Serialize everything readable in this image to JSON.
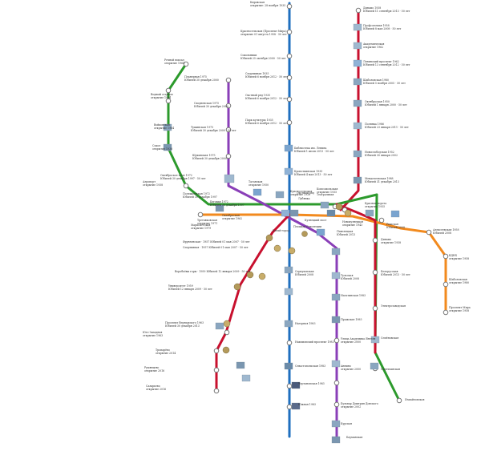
{
  "lines": {
    "blue": {
      "color": "#1f6fbf"
    },
    "red_north": {
      "color": "#c8102e"
    },
    "red_south": {
      "color": "#c8102e"
    },
    "green": {
      "color": "#2c9a2c"
    },
    "purple": {
      "color": "#8a3fb8"
    },
    "orange": {
      "color": "#f28a1e"
    },
    "green_ext": {
      "color": "#2c9a2c"
    }
  },
  "labels": {
    "blue_1": "Кировская\nоткрытие: 28 ноября 1935",
    "blue_2": "Красносельская (Проспект Мира)\nоткрытие 01 августа 1958 · 50 лет",
    "blue_3": "Сокольники\nЮбилей 25 октября 2000 · 50 лет",
    "blue_4": "Спортивная 1935\nЮбилей 6 ноября 2012 · 50 лет",
    "blue_5": "Охотный ряд 1935\nЮбилей 6 ноября 2012 · 50 лет",
    "blue_6": "Парк культуры 1935\nЮбилей 6 ноября 2012 · 50 лет",
    "blue_7": "Библиотека им. Ленина\nЮбилей 1 июля 2013 · 50 лет",
    "blue_8": "Кропоткинская 1935\nЮбилей 4 мая 2013 · 50 лет",
    "red_n_1": "Динамо 1938\nЮбилей 11 сентября 2013 · 50 лет",
    "red_n_2": "Профсоюзная 1958\nЮбилей 8 мая 2008 · 50 лет",
    "red_n_3": "Академическая\nоткрытие 1962",
    "red_n_4": "Ленинский проспект 1962\nЮбилей 13 сентября 2012 · 50 лет",
    "red_n_5": "Шаболовская 1980\nЮбилей 5 ноября 2005 · 50 лет",
    "red_n_6": "Октябрьская 1950\nЮбилей 1 января 2000 · 50 лет",
    "red_n_7": "Полянка 1986\nЮбилей 23 января 2011 · 50 лет",
    "red_n_8": "Новослободская 1952\nЮбилей 30 января 2002",
    "red_n_9": "Менделеевская 1988\nЮбилей 31 декабря 2013",
    "red_n_10": "Цветной бульвар 1988\nЮбилей 31 декабря 2013",
    "green_1": "Речной вокзал\nоткрытие 1964",
    "green_2": "Водный стадион\nоткрытие 1964",
    "green_3": "Войковская\nоткрытие 1964",
    "green_4": "Сокол\nоткрытие 1938",
    "green_5": "Аэропорт\nоткрытие 1938",
    "green_6": "Динамо\nоткрытие 1938",
    "green_7": "Белорусская\nЮбилей 2013 · 50 лет",
    "purple_1": "Планерная 1975\nЮбилей 30 декабря 2000",
    "purple_2": "Сходненская 1975\nЮбилей 30 декабря 2000",
    "purple_3": "Тушинская 1975\nЮбилей 30 декабря 2000 · 50 лет",
    "purple_4": "Щукинская 1975\nЮбилей 30 декабря 2000",
    "purple_5": "Октябрьское поле 1972\nЮбилей 30 декабря 1997 · 50 лет",
    "purple_6": "Полежаевская 1972\nЮбилей 30 декабря 1997",
    "purple_7": "Беговая 1972\nЮбилей 30 декабря 1997",
    "orange_1": "Третьяковская\nоткрытие 1971",
    "orange_2": "Октябрьская\nоткрытие 1962",
    "orange_3": "Шаболовская\nоткрытие 1980",
    "orange_4": "Проспект Мира\nоткрытие 1958",
    "orange_5": "Рижская\nЮбилей 2008",
    "orange_6": "Алексеевская 1958\nЮбилей 2008",
    "orange_7": "ВДНХ\nоткрытие 1958",
    "red_s_1": "Павелецкая 1943\nЮбилей 20 ноября 1993",
    "red_s_2": "Автозаводская 1943\nЮбилей 20 ноября 1993",
    "red_s_3": "Коломенская 1969\nЮбилей 11 августа 1994",
    "red_s_4": "Каширская 1969\nЮбилей 11 августа 1994",
    "red_s_5": "Кантемировская 1984\nЮбилей 30 декабря 2009",
    "red_s_6": "Царицыно\nоткрытие 1984",
    "red_s_7": "Орехово\nоткрытие 1984",
    "red_s_8": "Домодедовская\nоткрытие 1985",
    "red_s_9": "Красногвардейская\nоткрытие 1985",
    "sw_1": "Фрунзенская · 1957 Юбилей 01 мая 2007 · 50 лет",
    "sw_2": "Спортивная · 1957 Юбилей 01 мая 2007 · 50 лет",
    "sw_3": "Воробьёвы горы · 1959 Юбилей 12 января 2009 · 50 лет",
    "sw_4": "Университет 1959\nЮбилей 12 января 2009 · 50 лет",
    "sw_5": "Проспект Вернадского 1963\nЮбилей 30 декабря 2013",
    "sw_6": "Юго-Западная\nоткрытие 1963",
    "sw_7": "Тропарёво\nоткрытие 2014",
    "sw_8": "Румянцево\nоткрытие 2016",
    "sw_9": "Саларьево\nоткрытие 2016",
    "center_1": "Охотный ряд",
    "center_2": "Лубянка",
    "center_3": "Театральная",
    "center_4": "Кузнецкий мост",
    "center_5": "Площадь Революции",
    "center_6": "Китай-город",
    "center_7": "Арбатская",
    "center_8": "Смоленская",
    "s_1": "Серпуховская\nЮбилей 2008",
    "s_2": "Тульская\nЮбилей 2008",
    "s_3": "Нагатинская 1983",
    "s_4": "Нагорная 1983",
    "s_5": "Нахимовский проспект 1983",
    "s_6": "Севастопольская 1983",
    "s_7": "Чертановская 1983",
    "s_8": "Южная 1983",
    "s_9": "Пражская 1985",
    "s_10": "Улица Академика Янгеля\nоткрытие 2000",
    "s_11": "Аннино\nоткрытие 2000",
    "s_12": "Бульвар Дмитрия Донского\nоткрытие 2002",
    "e_1": "Курская",
    "e_2": "Бауманская",
    "e_3": "Электрозаводская",
    "e_4": "Семёновская",
    "e_5": "Партизанская",
    "e_6": "Измайловская",
    "e_7": "Первомайская",
    "e_8": "Щёлковская",
    "red_center": "Красносельская\nоткрытие 1935",
    "red_center_2": "Комсомольская\nоткрытие 1935",
    "red_center_3": "Красные ворота\nоткрытие 1935",
    "orange_right_1": "Новокузнецкая\nоткрытие 1943",
    "orange_right_2": "Павелецкая\nЮбилей 2013",
    "orange_right_3": "Таганская\nоткрытие 1950",
    "orange_right_4": "Марксистская\nоткрытие 1979"
  }
}
